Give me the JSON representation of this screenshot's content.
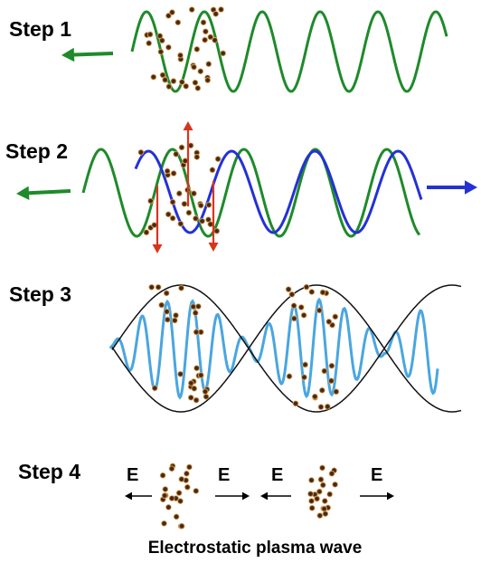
{
  "steps": [
    {
      "label": "Step 1"
    },
    {
      "label": "Step 2"
    },
    {
      "label": "Step 3"
    },
    {
      "label": "Step 4"
    }
  ],
  "field_labels": [
    "E",
    "E",
    "E",
    "E"
  ],
  "caption": "Electrostatic plasma wave",
  "colors": {
    "green_wave": "#1f8a2a",
    "blue_wave": "#2431d6",
    "light_blue_wave": "#49a6e0",
    "envelope": "#111111",
    "red_arrow": "#d9341c",
    "particle_fill": "#5a3018",
    "particle_ring": "#e0b56a",
    "black_arrow": "#000000"
  },
  "icons": [
    "green-left-arrow-icon",
    "blue-right-arrow-icon",
    "red-vertical-arrow-icon",
    "black-horizontal-arrow-icon",
    "particle-icon"
  ]
}
